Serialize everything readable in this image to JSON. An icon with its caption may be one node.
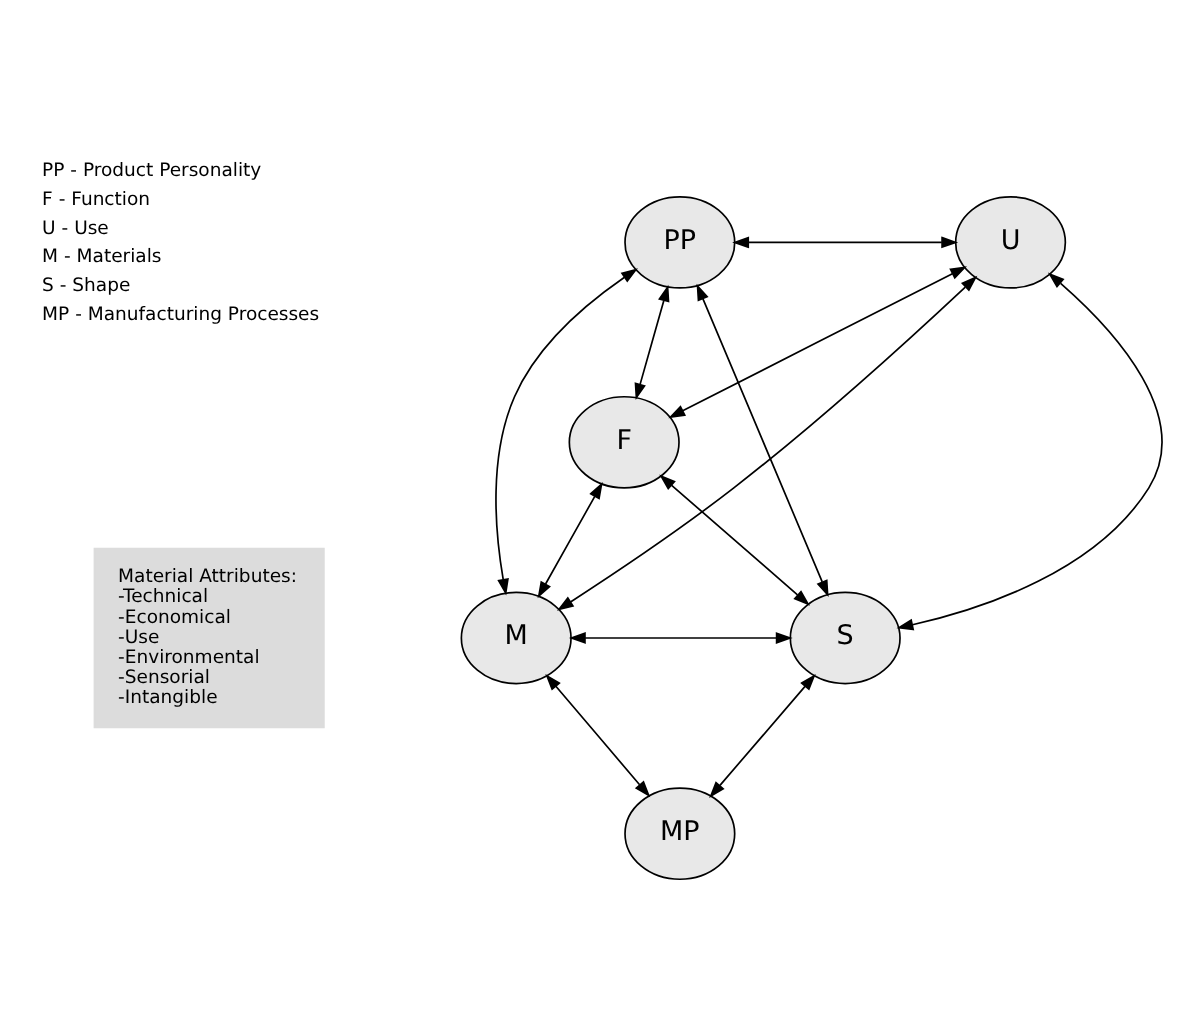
{
  "diagram": {
    "nodes": [
      {
        "text": [
          "PP"
        ]
      },
      {
        "text": [
          "U"
        ]
      },
      {
        "text": [
          "F"
        ]
      },
      {
        "text": [
          "M"
        ]
      },
      {
        "text": [
          "S"
        ]
      },
      {
        "text": [
          "MP"
        ]
      },
      {
        "text": [
          "Material Attributes:",
          "-Technical",
          "-Economical",
          "-Use",
          "-Environmental",
          "-Sensorial",
          "-Intangible"
        ]
      }
    ],
    "edges": [
      {
        "from": 0,
        "to": 1,
        "arrow": "both"
      },
      {
        "from": 0,
        "to": 2,
        "arrow": "both"
      },
      {
        "from": 0,
        "to": 3,
        "arrow": "both"
      },
      {
        "from": 0,
        "to": 4,
        "arrow": "both"
      },
      {
        "from": 1,
        "to": 2,
        "arrow": "both"
      },
      {
        "from": 1,
        "to": 3,
        "arrow": "both"
      },
      {
        "from": 1,
        "to": 4,
        "arrow": "both"
      },
      {
        "from": 2,
        "to": 3,
        "arrow": "both"
      },
      {
        "from": 2,
        "to": 4,
        "arrow": "both"
      },
      {
        "from": 3,
        "to": 4,
        "arrow": "both"
      },
      {
        "from": 3,
        "to": 5,
        "arrow": "both"
      },
      {
        "from": 4,
        "to": 5,
        "arrow": "both"
      }
    ],
    "labels": [
      "PP - Product Personality",
      "F - Function",
      "U - Use",
      "M - Materials",
      "S - Shape",
      "MP - Manufacturing Processes"
    ]
  }
}
